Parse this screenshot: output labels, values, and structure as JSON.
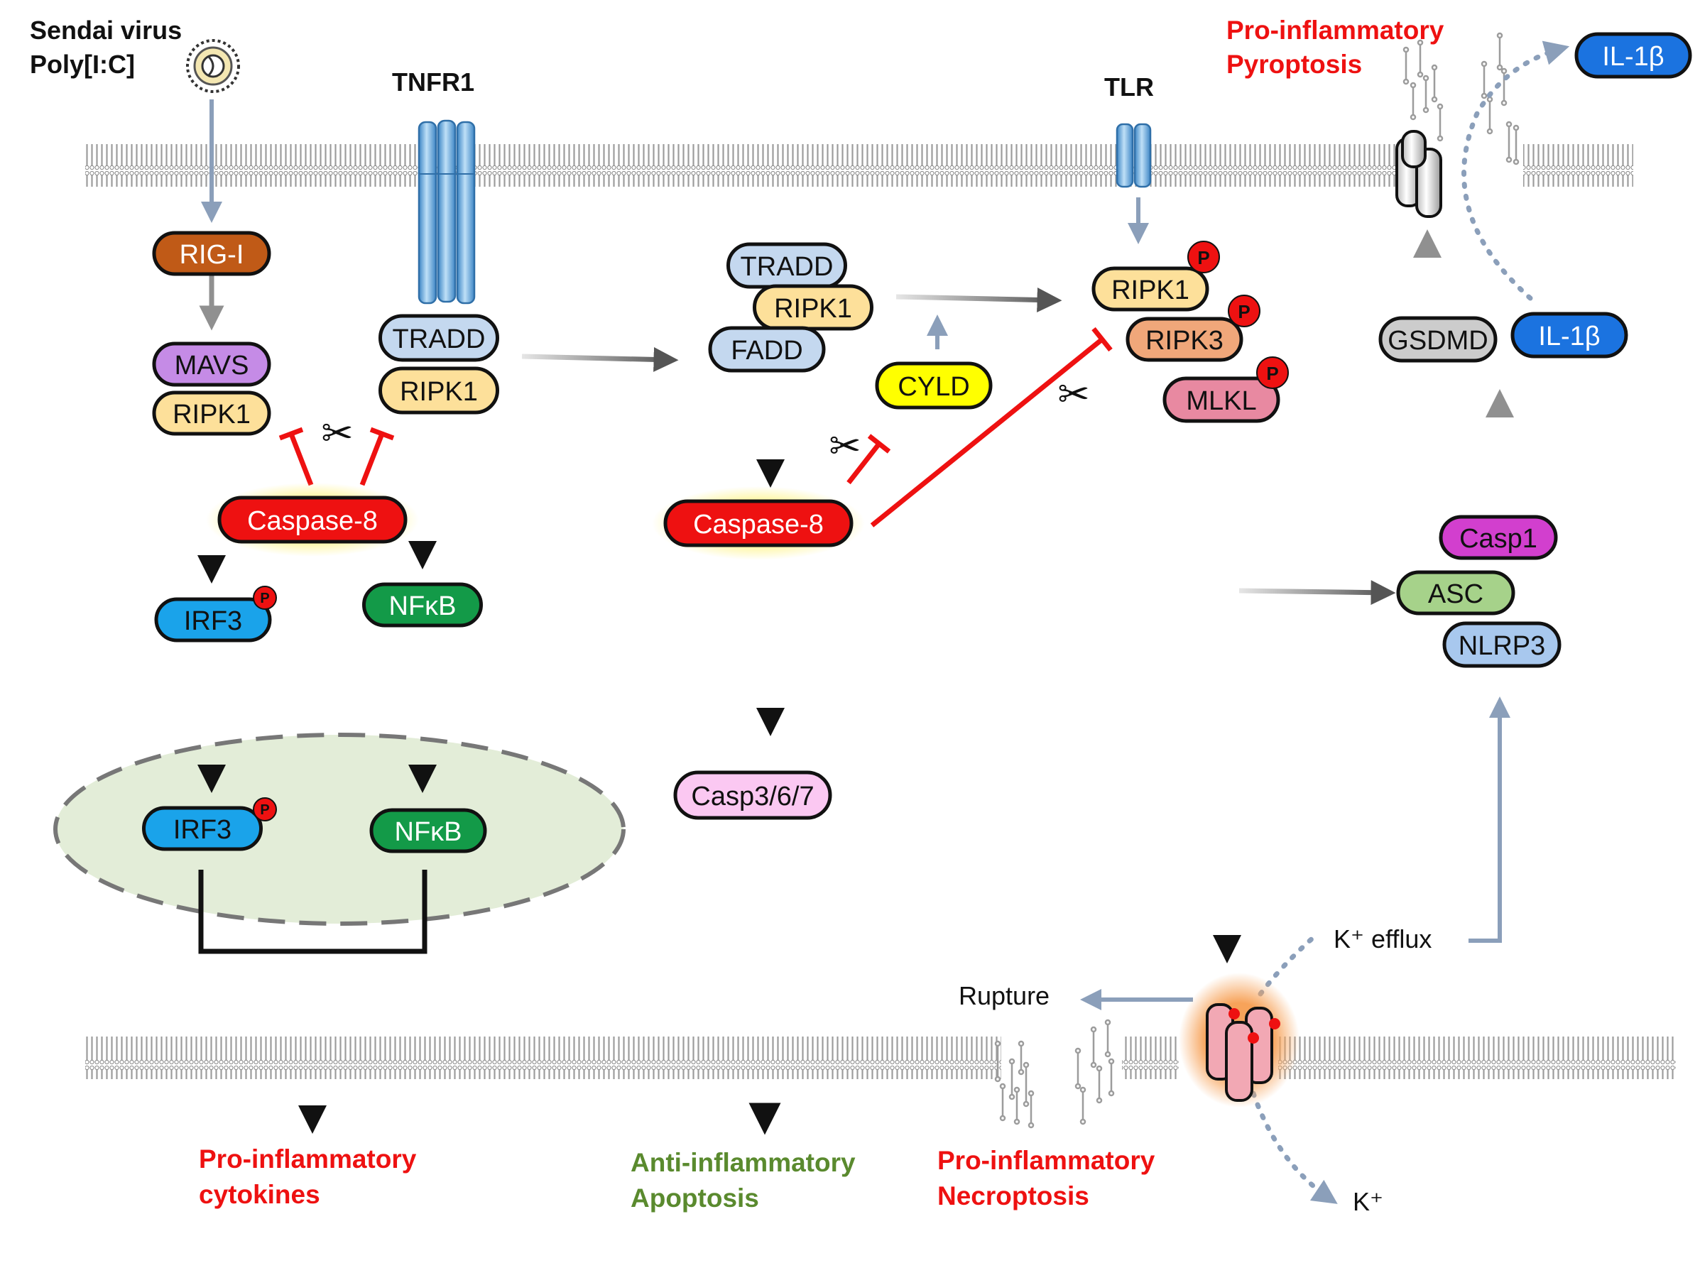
{
  "labels": {
    "sendai_line1": "Sendai virus",
    "sendai_line2": "Poly[I:C]",
    "tnfr1": "TNFR1",
    "tlr": "TLR",
    "pyro_line1": "Pro-inflammatory",
    "pyro_line2": "Pyroptosis",
    "cyto_line1": "Pro-inflammatory",
    "cyto_line2": "cytokines",
    "apop_line1": "Anti-inflammatory",
    "apop_line2": "Apoptosis",
    "necro_line1": "Pro-inflammatory",
    "necro_line2": "Necroptosis",
    "rupture": "Rupture",
    "k_efflux": "K⁺ efflux",
    "k_plus": "K⁺"
  },
  "nodes": {
    "rig_i": "RIG-I",
    "mavs": "MAVS",
    "ripk1_left": "RIPK1",
    "casp8_left": "Caspase-8",
    "irf3_cyto": "IRF3",
    "irf3_nuc": "IRF3",
    "tradd_left": "TRADD",
    "ripk1_tnfr": "RIPK1",
    "nfkb_cyto": "NFκB",
    "nfkb_nuc": "NFκB",
    "tradd_mid": "TRADD",
    "ripk1_mid": "RIPK1",
    "fadd": "FADD",
    "cyld": "CYLD",
    "casp8_mid": "Caspase-8",
    "casp367": "Casp3/6/7",
    "ripk1_right": "RIPK1",
    "ripk3": "RIPK3",
    "mlkl": "MLKL",
    "casp1": "Casp1",
    "asc": "ASC",
    "nlrp3": "NLRP3",
    "gsdmd": "GSDMD",
    "il1b_mid": "IL-1β",
    "il1b_top": "IL-1β"
  },
  "phospho_label": "P",
  "colors": {
    "rig_i": "#c05a17",
    "mavs": "#c58be6",
    "ripk1": "#fde09a",
    "caspase8": "#ee1111",
    "irf3": "#1aa3ea",
    "tradd": "#c4d8ef",
    "nfkb": "#139a48",
    "cyld": "#ffff00",
    "casp367": "#fbc8f2",
    "ripk3": "#f0a77a",
    "mlkl": "#e889a1",
    "casp1": "#d23fce",
    "asc": "#a6d28a",
    "nlrp3": "#a8c8ee",
    "gsdmd": "#cccccc",
    "il1b": "#1b73e0",
    "phospho": "#ee1111",
    "nucleus": "#e3edd8",
    "membrane": "#cfcfcf",
    "receptor": "#5fa7dc",
    "arrow_blue": "#8b9fba",
    "inhibit": "#ee1111"
  }
}
